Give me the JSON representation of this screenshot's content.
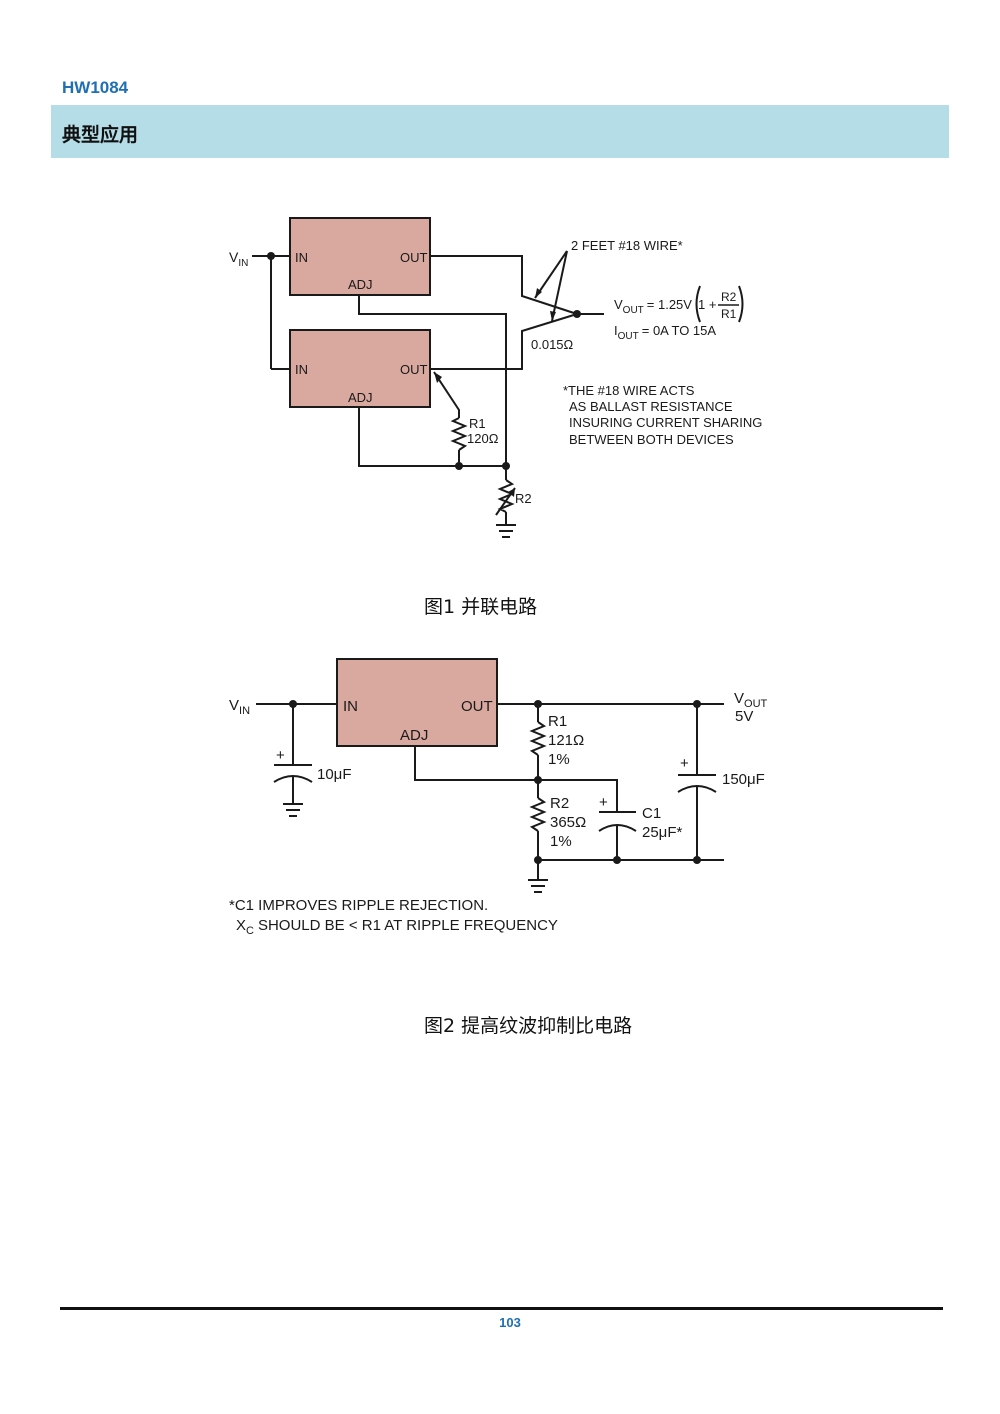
{
  "header": {
    "doc_title": "HW1084",
    "section_title": "典型应用"
  },
  "figure1": {
    "caption": "图1  并联电路",
    "vin": "V",
    "vin_sub": "IN",
    "pin_in": "IN",
    "pin_out": "OUT",
    "pin_adj": "ADJ",
    "wire_note": "2 FEET #18 WIRE*",
    "wire_res": "0.015Ω",
    "vout_v": "V",
    "vout_sub": "OUT",
    "vout_formula": "= 1.25V",
    "formula_one": "1 +",
    "formula_num": "R2",
    "formula_den": "R1",
    "iout_i": "I",
    "iout_sub": "OUT",
    "iout_text": "= 0A TO 15A",
    "note_lines": [
      "*THE #18 WIRE ACTS",
      "AS BALLAST RESISTANCE",
      "INSURING CURRENT SHARING",
      "BETWEEN BOTH DEVICES"
    ],
    "r1_name": "R1",
    "r1_value": "120Ω",
    "r2_name": "R2"
  },
  "figure2": {
    "caption": "图2  提高纹波抑制比电路",
    "vin": "V",
    "vin_sub": "IN",
    "pin_in": "IN",
    "pin_out": "OUT",
    "pin_adj": "ADJ",
    "vout": "V",
    "vout_sub": "OUT",
    "vout_value": "5V",
    "cin_value": "10μF",
    "cout_value": "150μF",
    "r1_name": "R1",
    "r1_value": "121Ω",
    "r1_tol": "1%",
    "r2_name": "R2",
    "r2_value": "365Ω",
    "r2_tol": "1%",
    "c1_name": "C1",
    "c1_value": "25μF*",
    "plus": "+",
    "note_line1": "*C1 IMPROVES RIPPLE REJECTION.",
    "note_x": "X",
    "note_x_sub": "C",
    "note_line2": "SHOULD BE < R1 AT RIPPLE FREQUENCY"
  },
  "footer": {
    "page_number": "103"
  },
  "colors": {
    "accent": "#1f6fb2",
    "section_bar": "#b4dde8",
    "ic_fill": "#d9a9a0"
  }
}
